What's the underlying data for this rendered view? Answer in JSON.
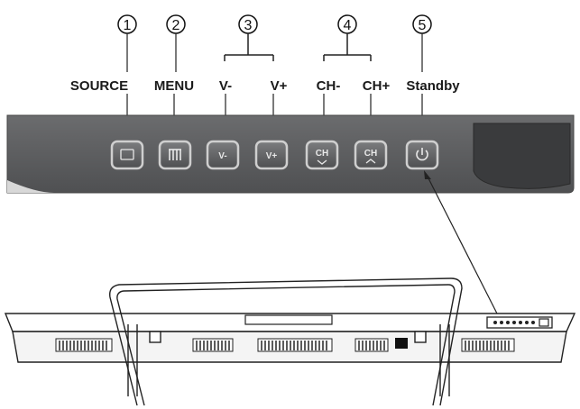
{
  "callouts": [
    {
      "number": "1"
    },
    {
      "number": "2"
    },
    {
      "number": "3"
    },
    {
      "number": "4"
    },
    {
      "number": "5"
    }
  ],
  "labels": {
    "source": "SOURCE",
    "menu": "MENU",
    "vol_down": "V-",
    "vol_up": "V+",
    "ch_down": "CH-",
    "ch_up": "CH+",
    "standby": "Standby"
  },
  "buttons": [
    {
      "id": "source",
      "glyph": "source-icon"
    },
    {
      "id": "menu",
      "glyph": "menu-icon"
    },
    {
      "id": "vol-down",
      "glyph": "V-"
    },
    {
      "id": "vol-up",
      "glyph": "V+"
    },
    {
      "id": "ch-down",
      "glyph": "CH"
    },
    {
      "id": "ch-up",
      "glyph": "CH"
    },
    {
      "id": "standby",
      "glyph": "power-icon"
    }
  ],
  "colors": {
    "panel": "#595a5c",
    "panel_dark": "#3a3b3d",
    "button_face": "#6a6b6d",
    "button_border": "#c9c9c9",
    "line": "#333333"
  }
}
